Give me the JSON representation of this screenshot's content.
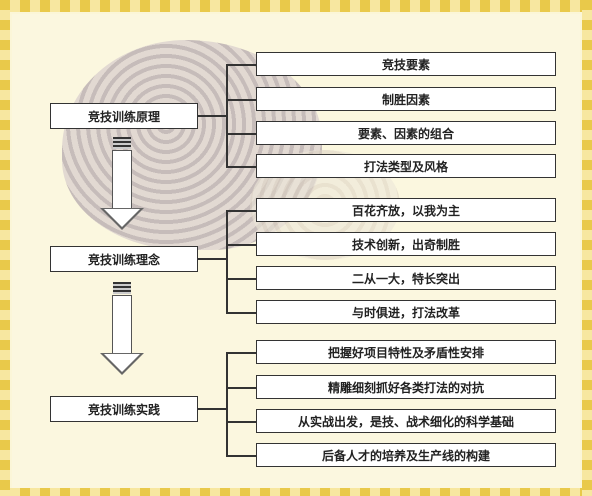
{
  "diagram": {
    "main_nodes": [
      {
        "label": "竞技训练原理"
      },
      {
        "label": "竞技训练理念"
      },
      {
        "label": "竞技训练实践"
      }
    ],
    "groups": [
      {
        "items": [
          "竞技要素",
          "制胜因素",
          "要素、因素的组合",
          "打法类型及风格"
        ]
      },
      {
        "items": [
          "百花齐放，以我为主",
          "技术创新，出奇制胜",
          "二从一大，特长突出",
          "与时俱进，打法改革"
        ]
      },
      {
        "items": [
          "把握好项目特性及矛盾性安排",
          "精雕细刻抓好各类打法的对抗",
          "从实战出发，是技、战术细化的科学基础",
          "后备人才的培养及生产线的构建"
        ]
      }
    ]
  }
}
